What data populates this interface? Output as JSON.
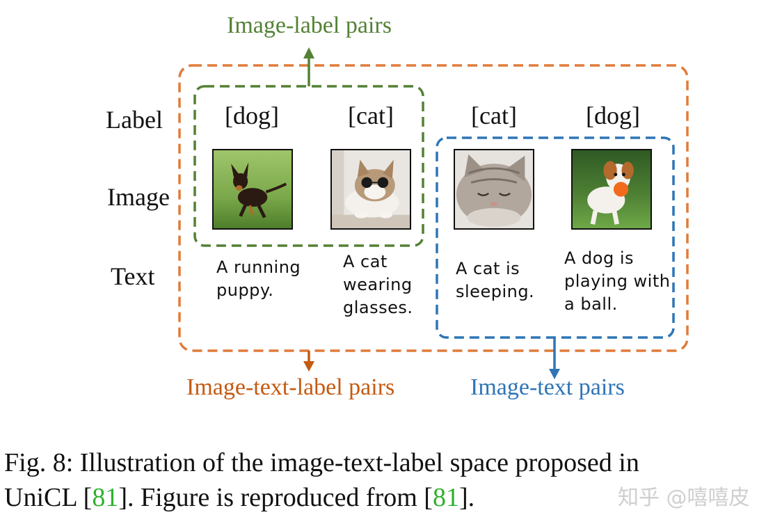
{
  "titles": {
    "image_label_pairs": "Image-label pairs",
    "image_text_label_pairs": "Image-text-label pairs",
    "image_text_pairs": "Image-text pairs"
  },
  "row_labels": {
    "label": "Label",
    "image": "Image",
    "text": "Text"
  },
  "columns": [
    {
      "label": "[dog]",
      "image": "running-puppy-photo",
      "caption": [
        "A running",
        "puppy."
      ]
    },
    {
      "label": "[cat]",
      "image": "cat-with-glasses-photo",
      "caption": [
        "A cat",
        "wearing",
        "glasses."
      ]
    },
    {
      "label": "[cat]",
      "image": "sleeping-kitten-photo",
      "caption": [
        "A cat is",
        "sleeping."
      ]
    },
    {
      "label": "[dog]",
      "image": "dog-with-ball-photo",
      "caption": [
        "A dog is",
        "playing with",
        "a ball."
      ]
    }
  ],
  "colors": {
    "green": "#538135",
    "orange": "#e07b39",
    "blue": "#2e75b6",
    "reference_green": "#2db12d"
  },
  "figure_caption": {
    "line1": "Fig. 8: Illustration of the image-text-label space proposed in",
    "line2_a": "UniCL [",
    "ref1": "81",
    "line2_b": "]. Figure is reproduced from [",
    "ref2": "81",
    "line2_c": "]."
  },
  "watermark": "知乎 @嘻嘻皮"
}
